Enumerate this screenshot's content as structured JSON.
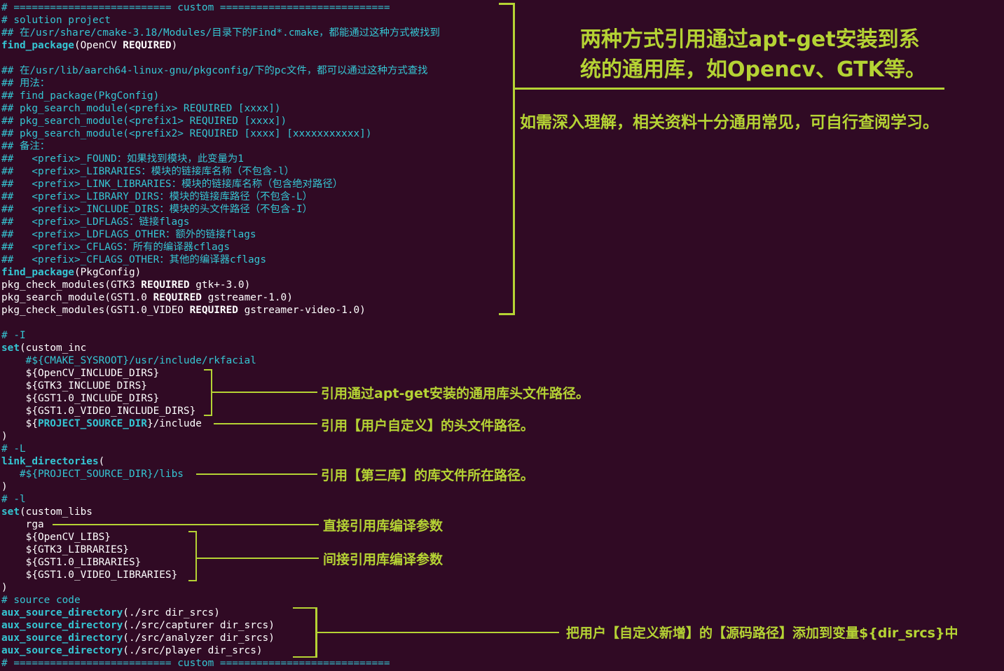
{
  "code_lines": [
    [
      {
        "t": "# ========================== custom ============================",
        "c": "cm"
      }
    ],
    [
      {
        "t": "# solution project",
        "c": "cm"
      }
    ],
    [
      {
        "t": "## 在/usr/share/cmake-3.18/Modules/目录下的Find*.cmake，都能通过这种方式被找到",
        "c": "cm"
      }
    ],
    [
      {
        "t": "find_package",
        "c": "kw"
      },
      {
        "t": "(OpenCV ",
        "c": "pl"
      },
      {
        "t": "REQUIRED",
        "c": "bd"
      },
      {
        "t": ")",
        "c": "pl"
      }
    ],
    [],
    [
      {
        "t": "## 在/usr/lib/aarch64-linux-gnu/pkgconfig/下的pc文件，都可以通过这种方式查找",
        "c": "cm"
      }
    ],
    [
      {
        "t": "## 用法：",
        "c": "cm"
      }
    ],
    [
      {
        "t": "## find_package(PkgConfig)",
        "c": "cm"
      }
    ],
    [
      {
        "t": "## pkg_search_module(<prefix> REQUIRED [xxxx])",
        "c": "cm"
      }
    ],
    [
      {
        "t": "## pkg_search_module(<prefix1> REQUIRED [xxxx])",
        "c": "cm"
      }
    ],
    [
      {
        "t": "## pkg_search_module(<prefix2> REQUIRED [xxxx] [xxxxxxxxxxx])",
        "c": "cm"
      }
    ],
    [
      {
        "t": "## 备注：",
        "c": "cm"
      }
    ],
    [
      {
        "t": "##   <prefix>_FOUND：如果找到模块，此变量为1",
        "c": "cm"
      }
    ],
    [
      {
        "t": "##   <prefix>_LIBRARIES：模块的链接库名称（不包含-l）",
        "c": "cm"
      }
    ],
    [
      {
        "t": "##   <prefix>_LINK_LIBRARIES：模块的链接库名称（包含绝对路径）",
        "c": "cm"
      }
    ],
    [
      {
        "t": "##   <prefix>_LIBRARY_DIRS：模块的链接库路径（不包含-L）",
        "c": "cm"
      }
    ],
    [
      {
        "t": "##   <prefix>_INCLUDE_DIRS：模块的头文件路径（不包含-I）",
        "c": "cm"
      }
    ],
    [
      {
        "t": "##   <prefix>_LDFLAGS：链接flags",
        "c": "cm"
      }
    ],
    [
      {
        "t": "##   <prefix>_LDFLAGS_OTHER：额外的链接flags",
        "c": "cm"
      }
    ],
    [
      {
        "t": "##   <prefix>_CFLAGS：所有的编译器cflags",
        "c": "cm"
      }
    ],
    [
      {
        "t": "##   <prefix>_CFLAGS_OTHER：其他的编译器cflags",
        "c": "cm"
      }
    ],
    [
      {
        "t": "find_package",
        "c": "kw"
      },
      {
        "t": "(PkgConfig)",
        "c": "pl"
      }
    ],
    [
      {
        "t": "pkg_check_modules(GTK3 ",
        "c": "pl"
      },
      {
        "t": "REQUIRED",
        "c": "bd"
      },
      {
        "t": " gtk+-3.0)",
        "c": "pl"
      }
    ],
    [
      {
        "t": "pkg_search_module(GST1.0 ",
        "c": "pl"
      },
      {
        "t": "REQUIRED",
        "c": "bd"
      },
      {
        "t": " gstreamer-1.0)",
        "c": "pl"
      }
    ],
    [
      {
        "t": "pkg_check_modules(GST1.0_VIDEO ",
        "c": "pl"
      },
      {
        "t": "REQUIRED",
        "c": "bd"
      },
      {
        "t": " gstreamer-video-1.0)",
        "c": "pl"
      }
    ],
    [],
    [
      {
        "t": "# -I",
        "c": "cm"
      }
    ],
    [
      {
        "t": "set",
        "c": "kw"
      },
      {
        "t": "(custom_inc",
        "c": "pl"
      }
    ],
    [
      {
        "t": "    #${CMAKE_SYSROOT}/usr/include/rkfacial",
        "c": "cm"
      }
    ],
    [
      {
        "t": "    ${OpenCV_INCLUDE_DIRS}",
        "c": "pl"
      }
    ],
    [
      {
        "t": "    ${GTK3_INCLUDE_DIRS}",
        "c": "pl"
      }
    ],
    [
      {
        "t": "    ${GST1.0_INCLUDE_DIRS}",
        "c": "pl"
      }
    ],
    [
      {
        "t": "    ${GST1.0_VIDEO_INCLUDE_DIRS}",
        "c": "pl"
      }
    ],
    [
      {
        "t": "    ${",
        "c": "pl"
      },
      {
        "t": "PROJECT_SOURCE_DIR",
        "c": "kw"
      },
      {
        "t": "}/include",
        "c": "pl"
      }
    ],
    [
      {
        "t": ")",
        "c": "pl"
      }
    ],
    [
      {
        "t": "# -L",
        "c": "cm"
      }
    ],
    [
      {
        "t": "link_directories",
        "c": "kw"
      },
      {
        "t": "(",
        "c": "pl"
      }
    ],
    [
      {
        "t": "   #${PROJECT_SOURCE_DIR}/libs",
        "c": "cm"
      }
    ],
    [
      {
        "t": ")",
        "c": "pl"
      }
    ],
    [
      {
        "t": "# -l",
        "c": "cm"
      }
    ],
    [
      {
        "t": "set",
        "c": "kw"
      },
      {
        "t": "(custom_libs",
        "c": "pl"
      }
    ],
    [
      {
        "t": "    rga",
        "c": "pl"
      }
    ],
    [
      {
        "t": "    ${OpenCV_LIBS}",
        "c": "pl"
      }
    ],
    [
      {
        "t": "    ${GTK3_LIBRARIES}",
        "c": "pl"
      }
    ],
    [
      {
        "t": "    ${GST1.0_LIBRARIES}",
        "c": "pl"
      }
    ],
    [
      {
        "t": "    ${GST1.0_VIDEO_LIBRARIES}",
        "c": "pl"
      }
    ],
    [
      {
        "t": ")",
        "c": "pl"
      }
    ],
    [
      {
        "t": "# source code",
        "c": "cm"
      }
    ],
    [
      {
        "t": "aux_source_directory",
        "c": "kw"
      },
      {
        "t": "(./src dir_srcs)",
        "c": "pl"
      }
    ],
    [
      {
        "t": "aux_source_directory",
        "c": "kw"
      },
      {
        "t": "(./src/capturer dir_srcs)",
        "c": "pl"
      }
    ],
    [
      {
        "t": "aux_source_directory",
        "c": "kw"
      },
      {
        "t": "(./src/analyzer dir_srcs)",
        "c": "pl"
      }
    ],
    [
      {
        "t": "aux_source_directory",
        "c": "kw"
      },
      {
        "t": "(./src/player dir_srcs)",
        "c": "pl"
      }
    ],
    [
      {
        "t": "# ========================== custom ============================",
        "c": "cm"
      }
    ]
  ],
  "annotations": {
    "title_line1": "两种方式引用通过apt-get安装到系",
    "title_line2": "统的通用库，如Opencv、GTK等。",
    "subtitle": "如需深入理解，相关资料十分通用常见，可自行查阅学习。",
    "inc_apt": "引用通过apt-get安装的通用库头文件路径。",
    "inc_user": "引用【用户自定义】的头文件路径。",
    "lib_third": "引用【第三库】的库文件所在路径。",
    "lib_direct": "直接引用库编译参数",
    "lib_indirect": "间接引用库编译参数",
    "src_add": "把用户【自定义新增】的【源码路径】添加到变量${dir_srcs}中"
  },
  "colors": {
    "background": "#300a24",
    "comment": "#35c6d3",
    "keyword": "#35c6d3",
    "text": "#ffffff",
    "annotation": "#b5d334"
  }
}
